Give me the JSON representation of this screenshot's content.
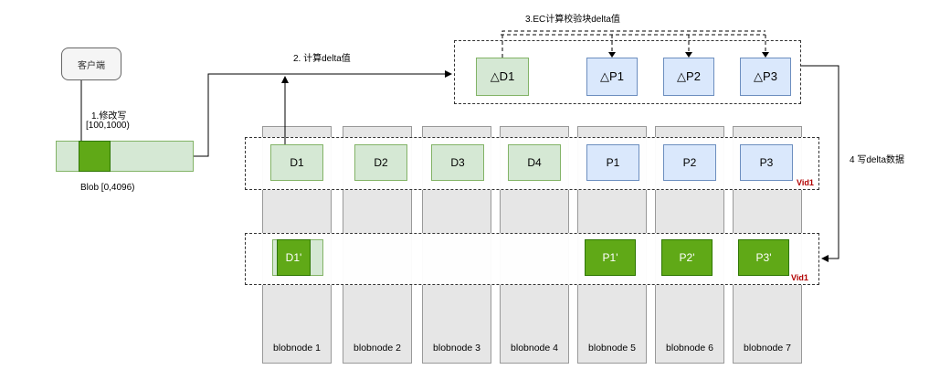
{
  "client": {
    "label": "客户端"
  },
  "step1": {
    "line1": "1.修改写",
    "line2": "[100,1000)"
  },
  "blob": {
    "label": "Blob [0,4096)"
  },
  "step2": {
    "label": "2. 计算delta值"
  },
  "step3": {
    "label": "3.EC计算校验块delta值"
  },
  "step4": {
    "label": "4 写delta数据"
  },
  "delta_blocks": [
    "△D1",
    "△P1",
    "△P2",
    "△P3"
  ],
  "vid_row1": {
    "blocks": [
      "D1",
      "D2",
      "D3",
      "D4",
      "P1",
      "P2",
      "P3"
    ],
    "tag": "Vid1"
  },
  "vid_row2": {
    "blocks": [
      "D1'",
      "P1'",
      "P2'",
      "P3'"
    ],
    "tag": "Vid1"
  },
  "nodes": [
    "blobnode 1",
    "blobnode 2",
    "blobnode 3",
    "blobnode 4",
    "blobnode 5",
    "blobnode 6",
    "blobnode 7"
  ],
  "colors": {
    "green_fill": "#d5e8d4",
    "blue_fill": "#dae8fc",
    "dark_green": "#60a917",
    "vid_red": "#b20000"
  }
}
